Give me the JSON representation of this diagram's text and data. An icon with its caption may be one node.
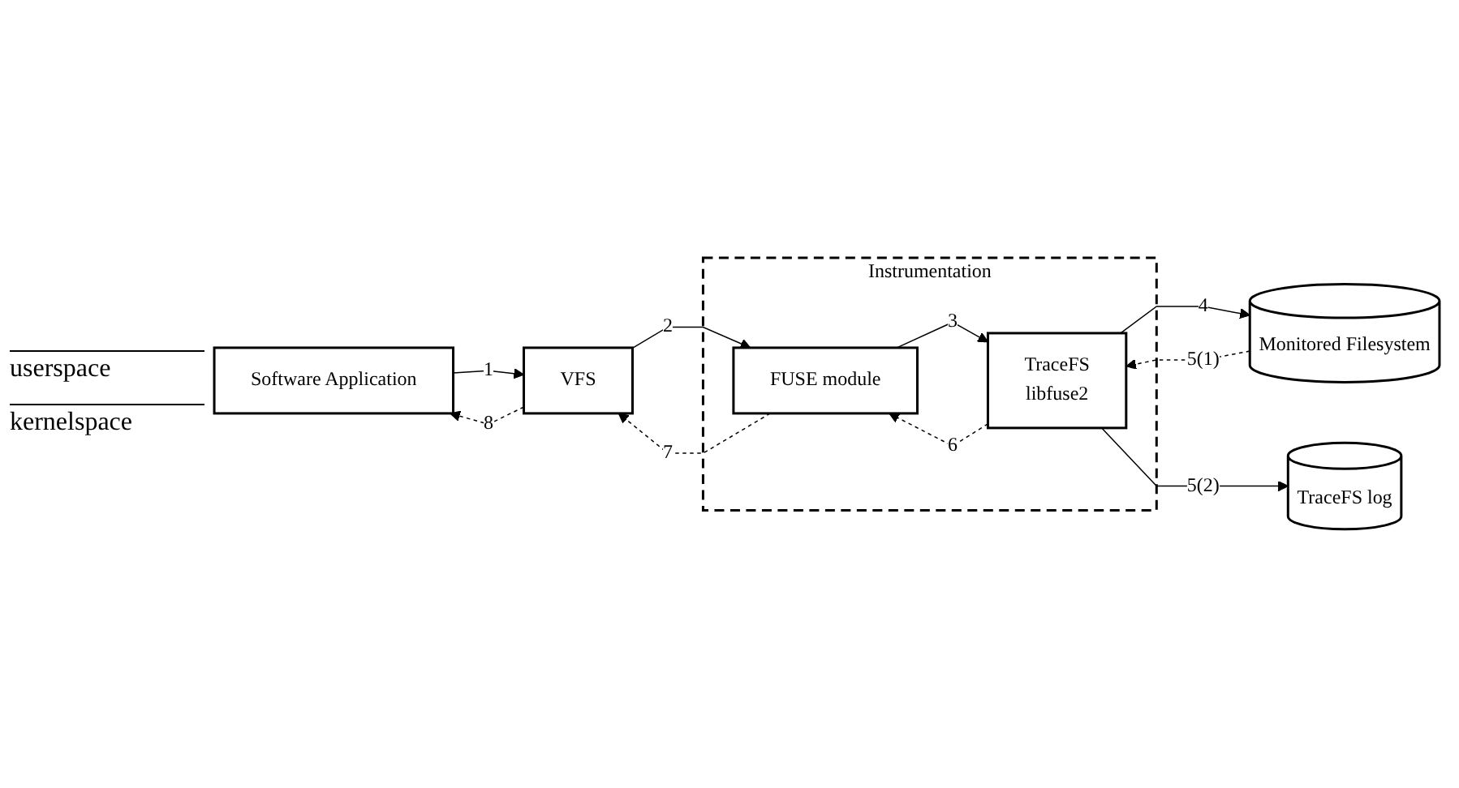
{
  "diagram": {
    "nodes": [
      {
        "text": [
          "Software Application"
        ]
      },
      {
        "text": [
          "VFS"
        ]
      },
      {
        "text": [
          "Instrumentation"
        ]
      },
      {
        "text": [
          "TraceFS",
          "libfuse2"
        ],
        "in": 2
      },
      {
        "text": [
          "FUSE module"
        ],
        "in": 2
      },
      {
        "text": [
          "Monitored Filesystem"
        ]
      },
      {
        "text": [
          "TraceFS log"
        ]
      }
    ],
    "edges": [
      {
        "from": 0,
        "to": 1,
        "arrow": "to",
        "label": "1"
      },
      {
        "from": 1,
        "to": 4,
        "arrow": "to",
        "label": "2"
      },
      {
        "from": 4,
        "to": 3,
        "arrow": "to",
        "label": "3"
      },
      {
        "from": 3,
        "to": 5,
        "arrow": "to",
        "label": "4"
      },
      {
        "from": 5,
        "to": 3,
        "arrow": "to",
        "label": "5(1)",
        "style": "dashed"
      },
      {
        "from": 3,
        "to": 6,
        "arrow": "to",
        "label": "5(2)"
      },
      {
        "from": 3,
        "to": 4,
        "arrow": "to",
        "label": "6",
        "style": "dashed"
      },
      {
        "from": 4,
        "to": 1,
        "arrow": "to",
        "label": "7",
        "style": "dashed"
      },
      {
        "from": 1,
        "to": 0,
        "arrow": "to",
        "label": "8",
        "style": "dashed"
      }
    ],
    "labels": [
      "userspace",
      "kernelspace"
    ]
  }
}
